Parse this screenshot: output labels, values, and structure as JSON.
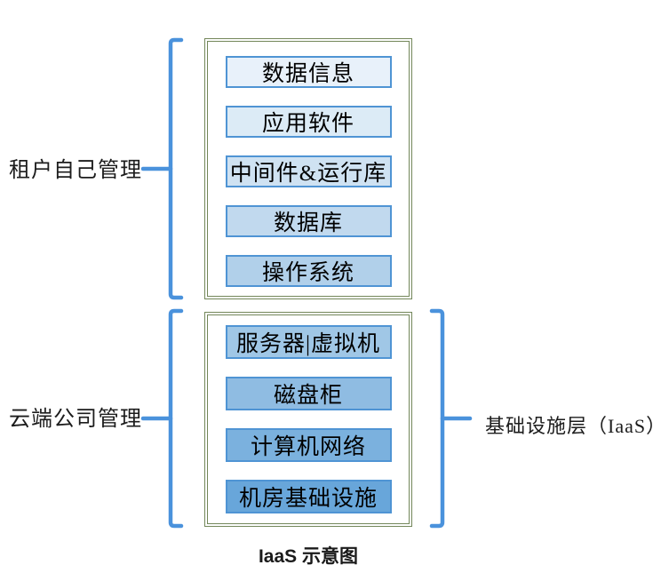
{
  "caption": "IaaS 示意图",
  "labels": {
    "left_top": "租户自己管理",
    "left_bottom": "云端公司管理",
    "right": "基础设施层（IaaS）"
  },
  "colors": {
    "brace": "#4a92dc",
    "container_border": "#73875a",
    "box_border": "#4f94d4",
    "box_text": "#000000",
    "background": "#ffffff"
  },
  "tenant_group": {
    "layers": [
      {
        "label": "数据信息",
        "fill": "#e8f1fa"
      },
      {
        "label": "应用软件",
        "fill": "#dcebf6"
      },
      {
        "label": "中间件&运行库",
        "fill": "#cfe2f2"
      },
      {
        "label": "数据库",
        "fill": "#c1d9ee"
      },
      {
        "label": "操作系统",
        "fill": "#b1d0ea"
      }
    ]
  },
  "provider_group": {
    "layers": [
      {
        "label": "服务器|虚拟机",
        "fill": "#a0c7e6"
      },
      {
        "label": "磁盘柜",
        "fill": "#8fbce2"
      },
      {
        "label": "计算机网络",
        "fill": "#7bb1de"
      },
      {
        "label": "机房基础设施",
        "fill": "#68a6da"
      }
    ]
  }
}
